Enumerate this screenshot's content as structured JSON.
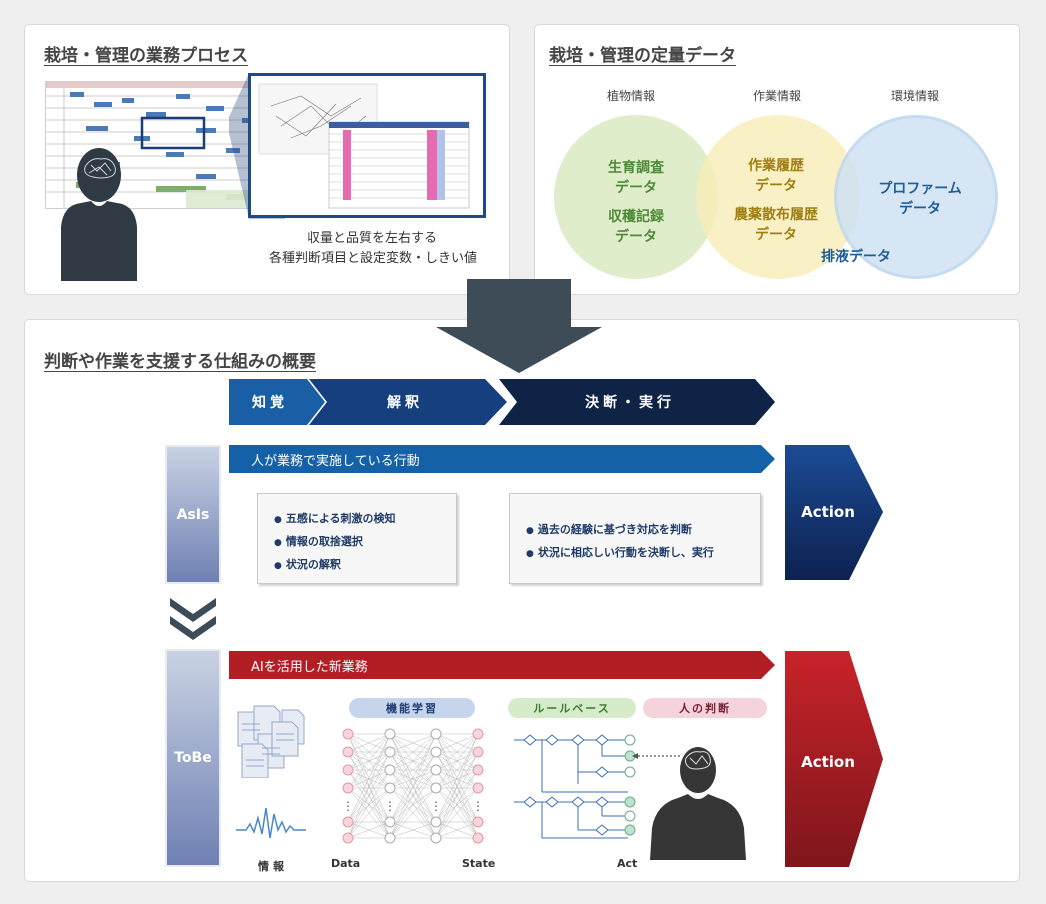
{
  "top_left": {
    "title": "栽培・管理の業務プロセス",
    "caption_line1": "収量と品質を左右する",
    "caption_line2": "各種判断項目と設定変数・しきい値"
  },
  "top_right": {
    "title": "栽培・管理の定量データ",
    "categories": [
      "植物情報",
      "作業情報",
      "環境情報"
    ],
    "plant_items": [
      "生育調査",
      "データ",
      "収穫記録",
      "データ"
    ],
    "work_items": [
      "作業履歴",
      "データ",
      "農薬散布履歴",
      "データ"
    ],
    "env_items": [
      "プロファーム",
      "データ"
    ],
    "drain_label": "排液データ"
  },
  "bottom": {
    "title": "判断や作業を支援する仕組みの概要",
    "stages": [
      "知覚",
      "解釈",
      "決断・実行"
    ],
    "asis": {
      "label": "AsIs",
      "banner": "人が業務で実施している行動",
      "box1": [
        "五感による刺激の検知",
        "情報の取捨選択",
        "状況の解釈"
      ],
      "box2": [
        "過去の経験に基づき対応を判断",
        "状況に相応しい行動を決断し、実行"
      ],
      "action": "Action"
    },
    "tobe": {
      "label": "ToBe",
      "banner": "AIを活用した新業務",
      "pill_ml": "機能学習",
      "pill_rule": "ルールベース",
      "pill_human": "人の判断",
      "info_label": "情報",
      "data_label": "Data",
      "state_label": "State",
      "act_label": "Act",
      "action": "Action"
    }
  },
  "colors": {
    "navy": "#1a3d7a",
    "dark_navy": "#0f2347",
    "blue": "#1561a8",
    "red": "#b31d24",
    "dark_red": "#8f1a1d",
    "green_circle": "#dcebc4",
    "yellow_circle": "#f7ecb8",
    "blue_circle": "#cfe2f3"
  }
}
